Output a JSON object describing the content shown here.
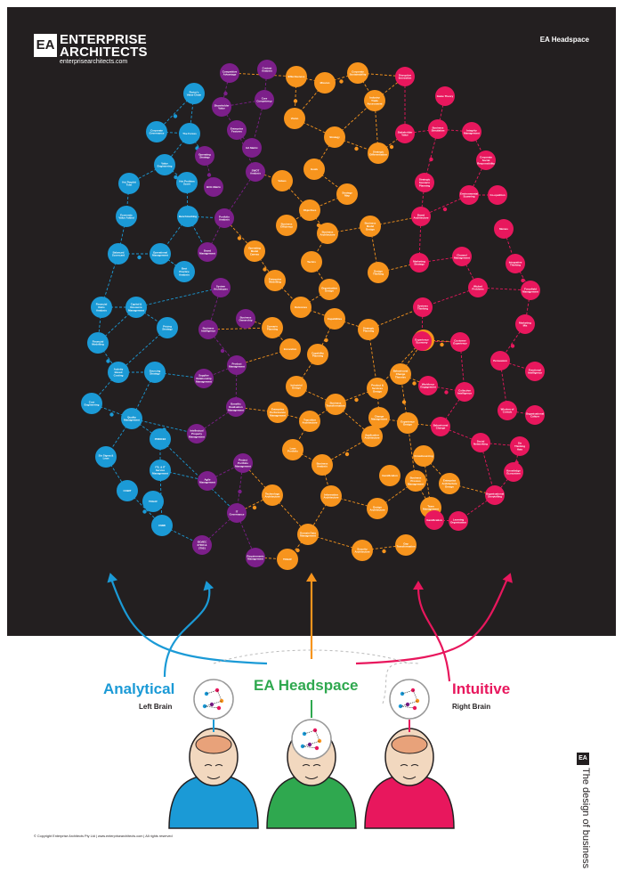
{
  "brand": {
    "badge": "EA",
    "line1": "ENTERPRISE",
    "line2": "ARCHITECTS",
    "url": "enterprisearchitects.com"
  },
  "header_title": "EA Headspace",
  "colors": {
    "background": "#231f20",
    "analytical": "#1b9ad6",
    "ea": "#7c1f8a",
    "headspace": "#f7941d",
    "intuitive": "#e8175d",
    "green": "#2fa84f",
    "analytical_shirt": "#1b9ad6",
    "headspace_shirt": "#2fa84f",
    "intuitive_shirt": "#e8175d",
    "skin": "#f2d8bf",
    "brain": "#e8a27a"
  },
  "bottom": {
    "left_title": "Analytical",
    "left_sub": "Left Brain",
    "center_title": "EA Headspace",
    "right_title": "Intuitive",
    "right_sub": "Right Brain"
  },
  "vertical_tagline": "The design of business",
  "copyright": "© Copyright Enterprise Architects Pty Ltd | www.enterprisearchitects.com | All rights reserved",
  "nodes": {
    "blue": [
      "Porter's Value Chain",
      "Corporate Governance",
      "The Forces",
      "Value Engineering",
      "Hoi Pmpbtt Tslet",
      "Hot Problem Score",
      "Economic Value Added",
      "Benchmarking",
      "Balanced Scorecard",
      "Operational Management",
      "Best Practice Analysis",
      "Financial Ratio Analysis",
      "Capital & Resource Management",
      "Financial Modelling",
      "Pricing Strategy",
      "Activity Based Costing",
      "Sourcing Strategy",
      "Cost Engineering",
      "Quality Management",
      "Six Sigma & Lean",
      "PRINCE2",
      "ITIL & IT Service Management",
      "COBIT",
      "CMMI",
      "TOGAF"
    ],
    "purple": [
      "Competitive Advantage",
      "Context Analysis",
      "Core Competency",
      "Shareholder Value",
      "Enterprise Features",
      "Operating Strategy",
      "SWOT Analysis",
      "BCG Matrix",
      "EA Matrix",
      "Portfolio Analysis",
      "Brand Management",
      "System Archetypes",
      "Business Intelligence",
      "Product Management",
      "Supplier Relationship Management",
      "Benefits Realisation Management",
      "Intellectual Property Management",
      "Agile Management",
      "Project Portfolio Management",
      "IT Governance",
      "ISO/IEC 27000 & 27001",
      "Requirements Management",
      "Business Ownership"
    ],
    "orange": [
      "Effectiveness",
      "Mission",
      "Corporate Sustainability",
      "Vision",
      "Strategy",
      "Industry Trade Assessment",
      "Goals",
      "Values",
      "Strategy Map",
      "Objectives",
      "Strategic Differentiation",
      "Business Efficiency",
      "Business Architecture",
      "Tactics",
      "Business Model Design",
      "Operating Model Canvas",
      "Enterprise Modelling",
      "Organisation Design",
      "Design Thinking",
      "Outcomes",
      "Scenario Planning",
      "Capabilities",
      "Capability Planning",
      "Innovation",
      "Strategic Planning",
      "Industrial Design",
      "Product & Services Design",
      "Business Transformation",
      "Enterprise Performance Management",
      "Transition Architecture",
      "Application Architecture",
      "Lean Portfolio",
      "Business Analysis",
      "Information Architecture",
      "Technology Architecture",
      "Domain Data Management",
      "TOGAF",
      "Security Architecture",
      "Design Architecture",
      "Business Process Management",
      "Experience Design",
      "Team Management",
      "Gamification",
      "Value Proposition",
      "Behavioural Change Theories",
      "Crowdsourcing",
      "Enterprise Architecture Design",
      "Change Management",
      "Gap Transformation"
    ],
    "pink": [
      "Disruptive Innovation",
      "Game Theory",
      "Stakeholder Value",
      "Business Simulation",
      "Integrity Management",
      "Strategic Scenario Planning",
      "Corporate Social Responsibility",
      "Environmental Scanning",
      "Co-opetition",
      "Brand Architecture",
      "Memes",
      "Marketing Strategy",
      "Channel Management",
      "Integrative Thinking",
      "Wicked Problems",
      "Forcefield Management",
      "Systems Thinking",
      "Marketing Mix",
      "Experience Economy",
      "Customer Experience",
      "Persuasion",
      "Emotional Intelligence",
      "Workforce Engagement",
      "Collective Intelligence",
      "Wisdom of Crowds",
      "Organisational Culture",
      "Behavioural Change",
      "Social Networking",
      "Six Thinking Hats",
      "Knowledge Ecosystem",
      "Organisational Storytelling",
      "Learning Organisation",
      "Gamification"
    ]
  }
}
